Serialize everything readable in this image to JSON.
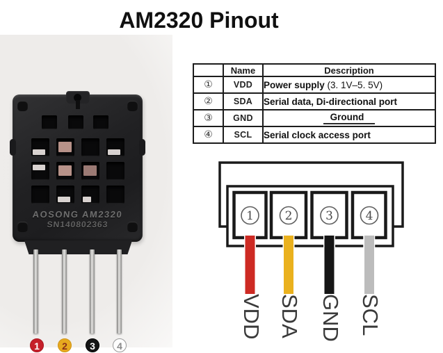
{
  "title": "AM2320 Pinout",
  "sensor": {
    "chip_marking_line1": "AOSONG AM2320",
    "chip_marking_line2": "SN140802363",
    "pin_badges": [
      {
        "label": "1",
        "bg": "#c6202a",
        "fg": "#ffffff",
        "border": "#a81620"
      },
      {
        "label": "2",
        "bg": "#e7a91f",
        "fg": "#8a2f1a",
        "border": "#cf9415"
      },
      {
        "label": "3",
        "bg": "#151515",
        "fg": "#ffffff",
        "border": "#000000"
      },
      {
        "label": "4",
        "bg": "#fdfdfd",
        "fg": "#8a8a8a",
        "border": "#9a9a9a"
      }
    ]
  },
  "pin_table": {
    "headers": {
      "index": "",
      "name": "Name",
      "description": "Description"
    },
    "rows": [
      {
        "num": "①",
        "name": "VDD",
        "desc_bold": "Power supply",
        "desc_rest": "  (3. 1V–5. 5V)"
      },
      {
        "num": "②",
        "name": "SDA",
        "desc_bold": "Serial data, Di-directional port",
        "desc_rest": ""
      },
      {
        "num": "③",
        "name": "GND",
        "desc_bold": "Ground",
        "desc_rest": ""
      },
      {
        "num": "④",
        "name": "SCL",
        "desc_bold": "Serial clock access port",
        "desc_rest": ""
      }
    ]
  },
  "connector": {
    "pins": [
      {
        "number": "1",
        "label": "VDD",
        "wire_color": "#cd2a23"
      },
      {
        "number": "2",
        "label": "SDA",
        "wire_color": "#eab11e"
      },
      {
        "number": "3",
        "label": "GND",
        "wire_color": "#161616"
      },
      {
        "number": "4",
        "label": "SCL",
        "wire_color": "#bcbcbc"
      }
    ]
  },
  "colors": {
    "page_bg": "#ffffff",
    "photo_bg": "#eeecea",
    "sensor_body": "#222224",
    "table_border": "#1c1c1c",
    "outline": "#1a1a1a",
    "wire_red": "#cd2a23",
    "wire_yellow": "#eab11e",
    "wire_black": "#161616",
    "wire_gray": "#bcbcbc",
    "label_text": "#3a3a3a"
  }
}
